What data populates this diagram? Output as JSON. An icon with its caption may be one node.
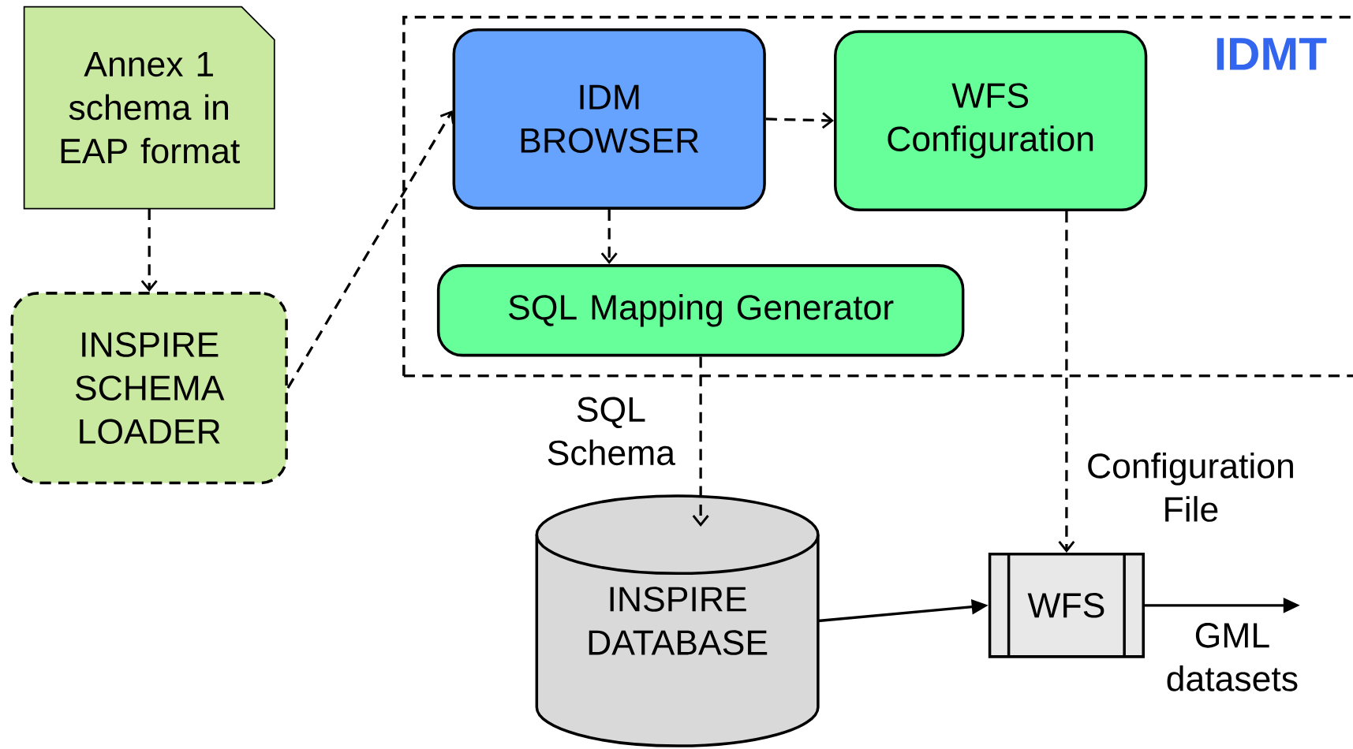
{
  "diagram": {
    "nodes": [
      {
        "text": [
          "Annex 1 schema in EAP format"
        ]
      },
      {
        "text": [
          "INSPIRE SCHEMA LOADER"
        ]
      },
      {
        "text": [
          "IDMT"
        ]
      },
      {
        "text": [
          "IDM BROWSER"
        ],
        "in": 2
      },
      {
        "text": [
          "WFS Configuration"
        ],
        "in": 2
      },
      {
        "text": [
          "SQL Mapping Generator"
        ],
        "in": 2
      },
      {
        "text": [
          "INSPIRE DATABASE"
        ]
      },
      {
        "text": [
          "WFS"
        ]
      }
    ],
    "edges": [
      {
        "from": 0,
        "to": 1,
        "arrow": "to",
        "style": "dashed"
      },
      {
        "from": 1,
        "to": 3,
        "arrow": "to",
        "style": "dashed"
      },
      {
        "from": 3,
        "to": 4,
        "arrow": "to",
        "style": "dashed"
      },
      {
        "from": 3,
        "to": 5,
        "arrow": "to",
        "style": "dashed"
      },
      {
        "from": 5,
        "to": 6,
        "arrow": "to",
        "style": "dashed",
        "label": "SQL Schema"
      },
      {
        "from": 4,
        "to": 7,
        "arrow": "to",
        "style": "dashed",
        "label": "Configuration File"
      },
      {
        "from": 6,
        "to": 7,
        "arrow": "to"
      },
      {
        "from": 7,
        "to": null,
        "arrow": "to",
        "label": "GML datasets"
      }
    ]
  }
}
